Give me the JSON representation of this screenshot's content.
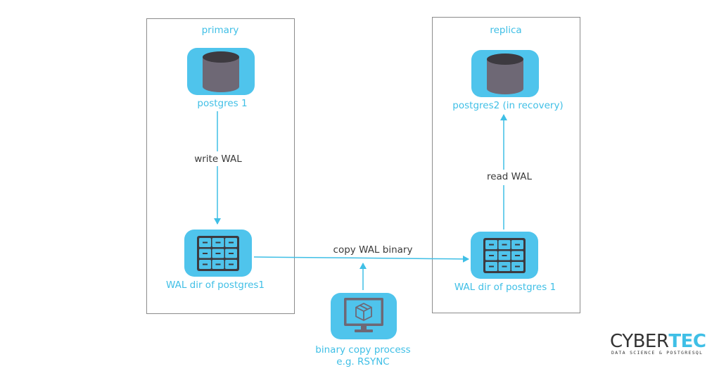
{
  "primary": {
    "title": "primary",
    "db_label": "postgres 1",
    "wal_label": "WAL dir of postgres1"
  },
  "replica": {
    "title": "replica",
    "db_label": "postgres2 (in recovery)",
    "wal_label": "WAL dir of postgres 1"
  },
  "edges": {
    "write": "write WAL",
    "copy": "copy WAL binary",
    "read": "read WAL"
  },
  "copy_process": {
    "line1": "binary copy process",
    "line2": "e.g. RSYNC"
  },
  "logo": {
    "part1": "CYBER",
    "part2": "TEC",
    "tagline": "DATA SCIENCE & POSTGRESQL"
  },
  "colors": {
    "accent": "#3fbfe6",
    "node": "#4fc4ec",
    "icon": "#6e6875",
    "icon_top": "#3d3a40",
    "border": "#8b8b8b"
  },
  "icons": {
    "db": "database-icon",
    "wal": "file-cabinet-icon",
    "process": "monitor-package-icon"
  }
}
